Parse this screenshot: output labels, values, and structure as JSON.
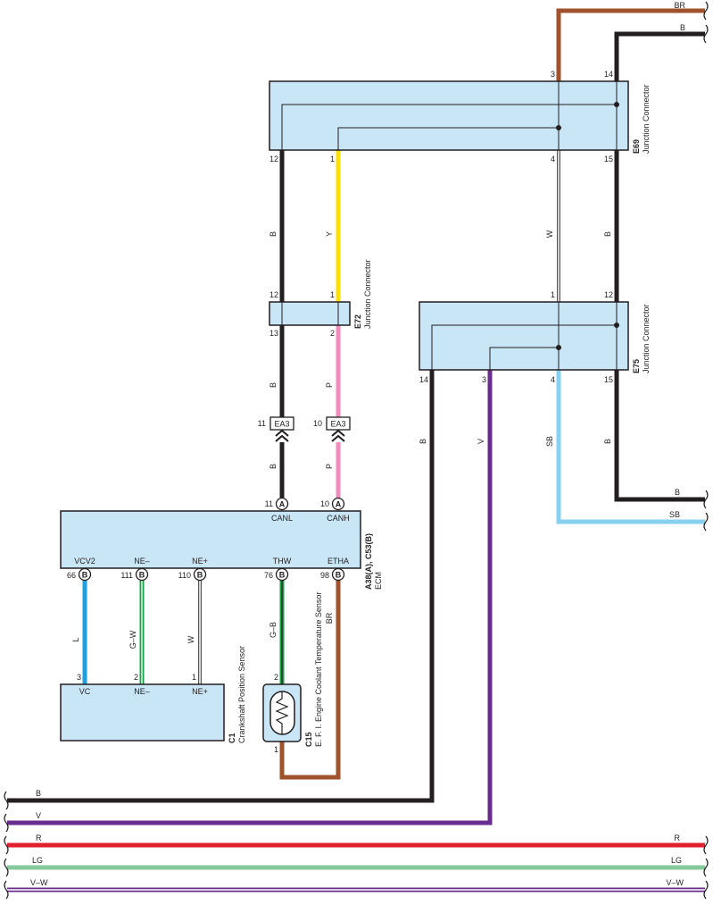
{
  "colors": {
    "B": "#231f20",
    "BR": "#a0522d",
    "Y": "#ffe000",
    "P": "#f08cbe",
    "W": "#ffffff",
    "L": "#1ea0e0",
    "G": "#16a34a",
    "SB": "#88d0f0",
    "V": "#6a2c8e",
    "R": "#e0202e",
    "LG": "#86c99a",
    "box_fill": "#c9e6f6"
  },
  "wires": {
    "top_br": "BR",
    "top_b": "B",
    "e69_12_e72": "B",
    "e69_1_e72": "Y",
    "e69_4_e75": "W",
    "e69_15_e75": "B",
    "e72_13_ea3": "B",
    "e72_2_ea3": "P",
    "ea3_ecm_b": "B",
    "ea3_ecm_p": "P",
    "e75_14": "B",
    "e75_3": "V",
    "e75_4": "SB",
    "e75_15": "B",
    "vcv2": "L",
    "ne_minus": "G–W",
    "ne_plus": "W",
    "thw": "G–B",
    "etha": "BR",
    "right_b": "B",
    "right_sb": "SB",
    "bottom_b": "B",
    "bottom_v": "V",
    "bottom_r_left": "R",
    "bottom_r_right": "R",
    "bottom_lg_left": "LG",
    "bottom_lg_right": "LG",
    "bottom_vw_left": "V–W",
    "bottom_vw_right": "V–W"
  },
  "e69": {
    "code": "E69",
    "name": "Junction Connector",
    "pins": {
      "top_3": "3",
      "top_14": "14",
      "bot_12": "12",
      "bot_1": "1",
      "bot_4": "4",
      "bot_15": "15"
    }
  },
  "e72": {
    "code": "E72",
    "name": "Junction Connector",
    "pins": {
      "top_12": "12",
      "top_1": "1",
      "bot_13": "13",
      "bot_2": "2"
    }
  },
  "e75": {
    "code": "E75",
    "name": "Junction Connector",
    "pins": {
      "top_1": "1",
      "top_12": "12",
      "bot_14": "14",
      "bot_3": "3",
      "bot_4": "4",
      "bot_15": "15"
    }
  },
  "ea3": {
    "code": "EA3",
    "pins": {
      "left": "11",
      "right": "10"
    }
  },
  "ecm": {
    "code": "A38(A), C53(B)",
    "name": "ECM",
    "pins": {
      "canl": "11",
      "canh": "10",
      "vcv2": "66",
      "ne_minus": "111",
      "ne_plus": "110",
      "thw": "76",
      "etha": "98"
    },
    "terminals": {
      "canl": "CANL",
      "canh": "CANH",
      "vcv2": "VCV2",
      "ne_minus": "NE–",
      "ne_plus": "NE+",
      "thw": "THW",
      "etha": "ETHA"
    },
    "conn_a": "A",
    "conn_b": "B"
  },
  "c1": {
    "code": "C1",
    "name": "Crankshaft Position Sensor",
    "pins": {
      "vc": "3",
      "ne_minus": "2",
      "ne_plus": "1"
    },
    "terminals": {
      "vc": "VC",
      "ne_minus": "NE–",
      "ne_plus": "NE+"
    }
  },
  "c15": {
    "code": "C15",
    "name": "E. F. I.   Engine Coolant Temperature Sensor",
    "pins": {
      "top": "2",
      "bottom": "1"
    }
  }
}
